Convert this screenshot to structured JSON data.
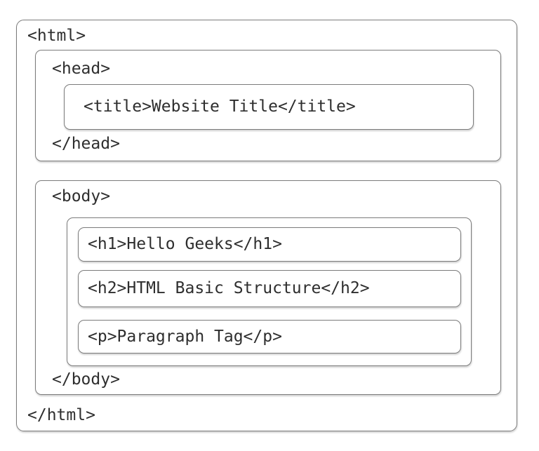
{
  "diagram": {
    "html_open_tag": "<html>",
    "html_close_tag": "</html>",
    "head_open_tag": "<head>",
    "head_close_tag": "</head>",
    "title_element": "<title>Website Title</title>",
    "body_open_tag": "<body>",
    "body_close_tag": "</body>",
    "h1_element": "<h1>Hello Geeks</h1>",
    "h2_element": "<h2>HTML Basic Structure</h2>",
    "p_element": "<p>Paragraph Tag</p>"
  },
  "colors": {
    "border": "#7b7b7b",
    "text": "#2e2e2e",
    "background": "#ffffff"
  }
}
